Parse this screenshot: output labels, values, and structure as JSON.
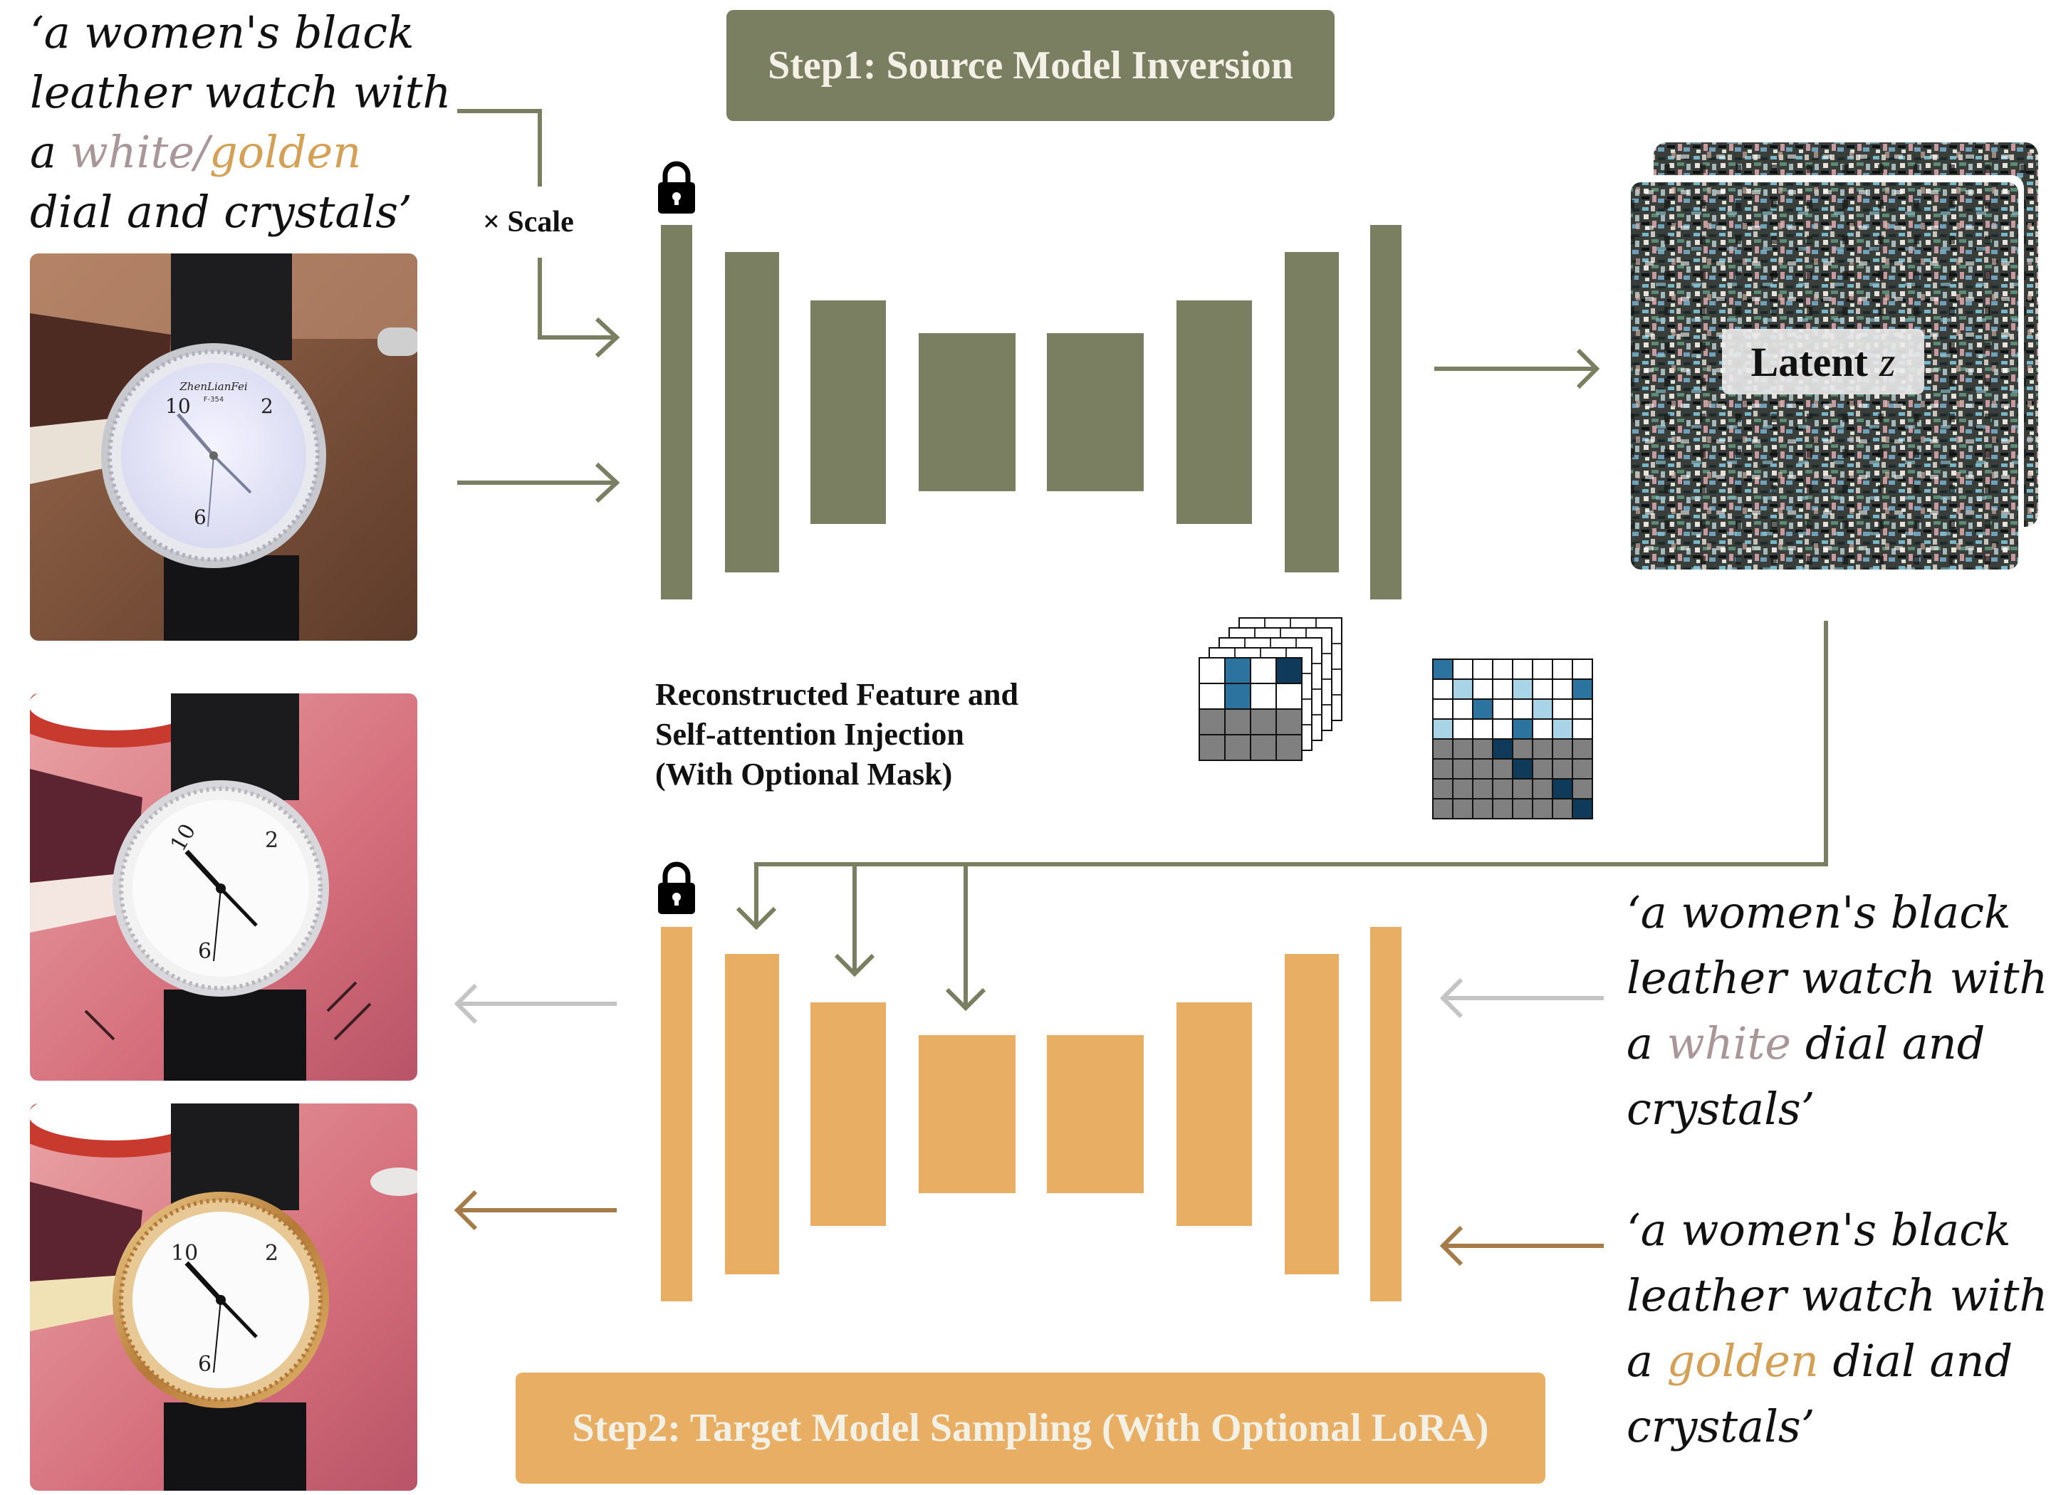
{
  "step1": {
    "label": "Step1: Source Model Inversion"
  },
  "step2": {
    "label": "Step2: Target Model Sampling (With Optional LoRA)"
  },
  "source_prompt": {
    "line1": "‘a women's black",
    "line2": "leather watch with",
    "line3_pre": "a ",
    "line3_white": "white/",
    "line3_gold": "golden",
    "line4": "dial and crystals’"
  },
  "scale_label": "× Scale",
  "latent_label": {
    "text": "Latent",
    "symbol": "z"
  },
  "injection_label": {
    "line1": "Reconstructed Feature and",
    "line2": "Self-attention Injection",
    "line3": "(With Optional Mask)"
  },
  "target_prompt_white": {
    "line1": "‘a women's black",
    "line2": "leather watch with",
    "line3_pre": "a ",
    "line3_color": "white",
    "line3_post": " dial and",
    "line4": "crystals’"
  },
  "target_prompt_gold": {
    "line1": "‘a women's black",
    "line2": "leather watch with",
    "line3_pre": "a ",
    "line3_color": "golden",
    "line3_post": " dial and",
    "line4": "crystals’"
  },
  "source_watch_text": {
    "brand": "ZhenLianFei",
    "model": "F-354"
  },
  "colors": {
    "source_unet": "#7a7f61",
    "target_unet": "#e8ae63",
    "highlight_white": "#a99698",
    "highlight_gold": "#d3a055",
    "arrow_gray": "#c4c4c4",
    "arrow_brown": "#a57c48",
    "attn_dark": "#0f3a5a",
    "attn_mid": "#2c73a0",
    "attn_light": "#a9d3e6",
    "attn_gray": "#808080"
  },
  "icons": [
    "lock-icon-source",
    "lock-icon-target"
  ]
}
